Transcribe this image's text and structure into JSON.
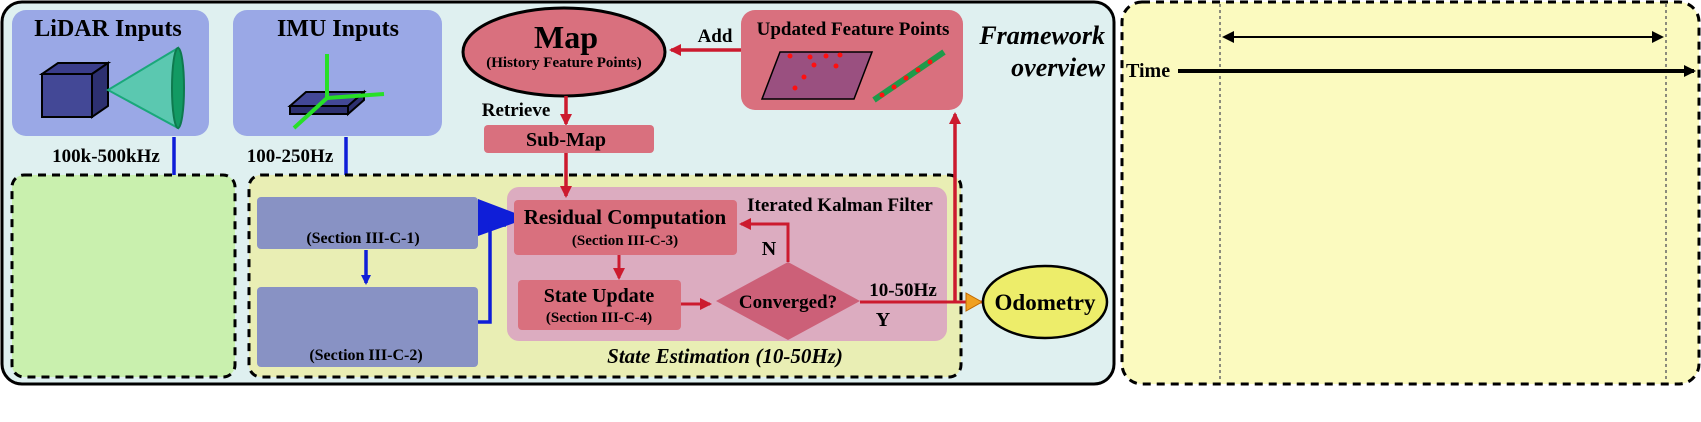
{
  "colors": {
    "framework_bg": "#dff0f0",
    "lidar_box": "#9aa8e6",
    "imu_box": "#9aa8e6",
    "green_panel": "#c9f0ae",
    "state_region": "#e9eeb4",
    "blue_block": "#8892c4",
    "map_red": "#d9707e",
    "ikf_region": "#dcacc0",
    "odometry": "#eded6a",
    "timeline_bg": "#fbfabf",
    "blue_arrow": "#0f1ed8",
    "red_arrow": "#cc1a2e",
    "orange_arrow": "#f0a020"
  },
  "labels": {
    "lidar_inputs": "LiDAR Inputs",
    "imu_inputs": "IMU Inputs",
    "lidar_rate": "100k-500kHz",
    "imu_rate": "100-250Hz",
    "map_title": "Map",
    "map_subtitle": "(History Feature Points)",
    "add": "Add",
    "updated_feature_points": "Updated Feature Points",
    "framework_line1": "Framework",
    "framework_line2": "overview",
    "retrieve": "Retrieve",
    "submap": "Sub-Map",
    "iterated_kalman_filter": "Iterated Kalman Filter",
    "section_c1": "(Section III-C-1)",
    "section_c2": "(Section III-C-2)",
    "residual_computation": "Residual Computation",
    "section_c3": "(Section III-C-3)",
    "state_update": "State Update",
    "section_c4": "(Section III-C-4)",
    "converged": "Converged?",
    "n": "N",
    "y": "Y",
    "rate_out": "10-50Hz",
    "odometry": "Odometry",
    "state_estimation": "State Estimation (10-50Hz)",
    "time": "Time"
  }
}
